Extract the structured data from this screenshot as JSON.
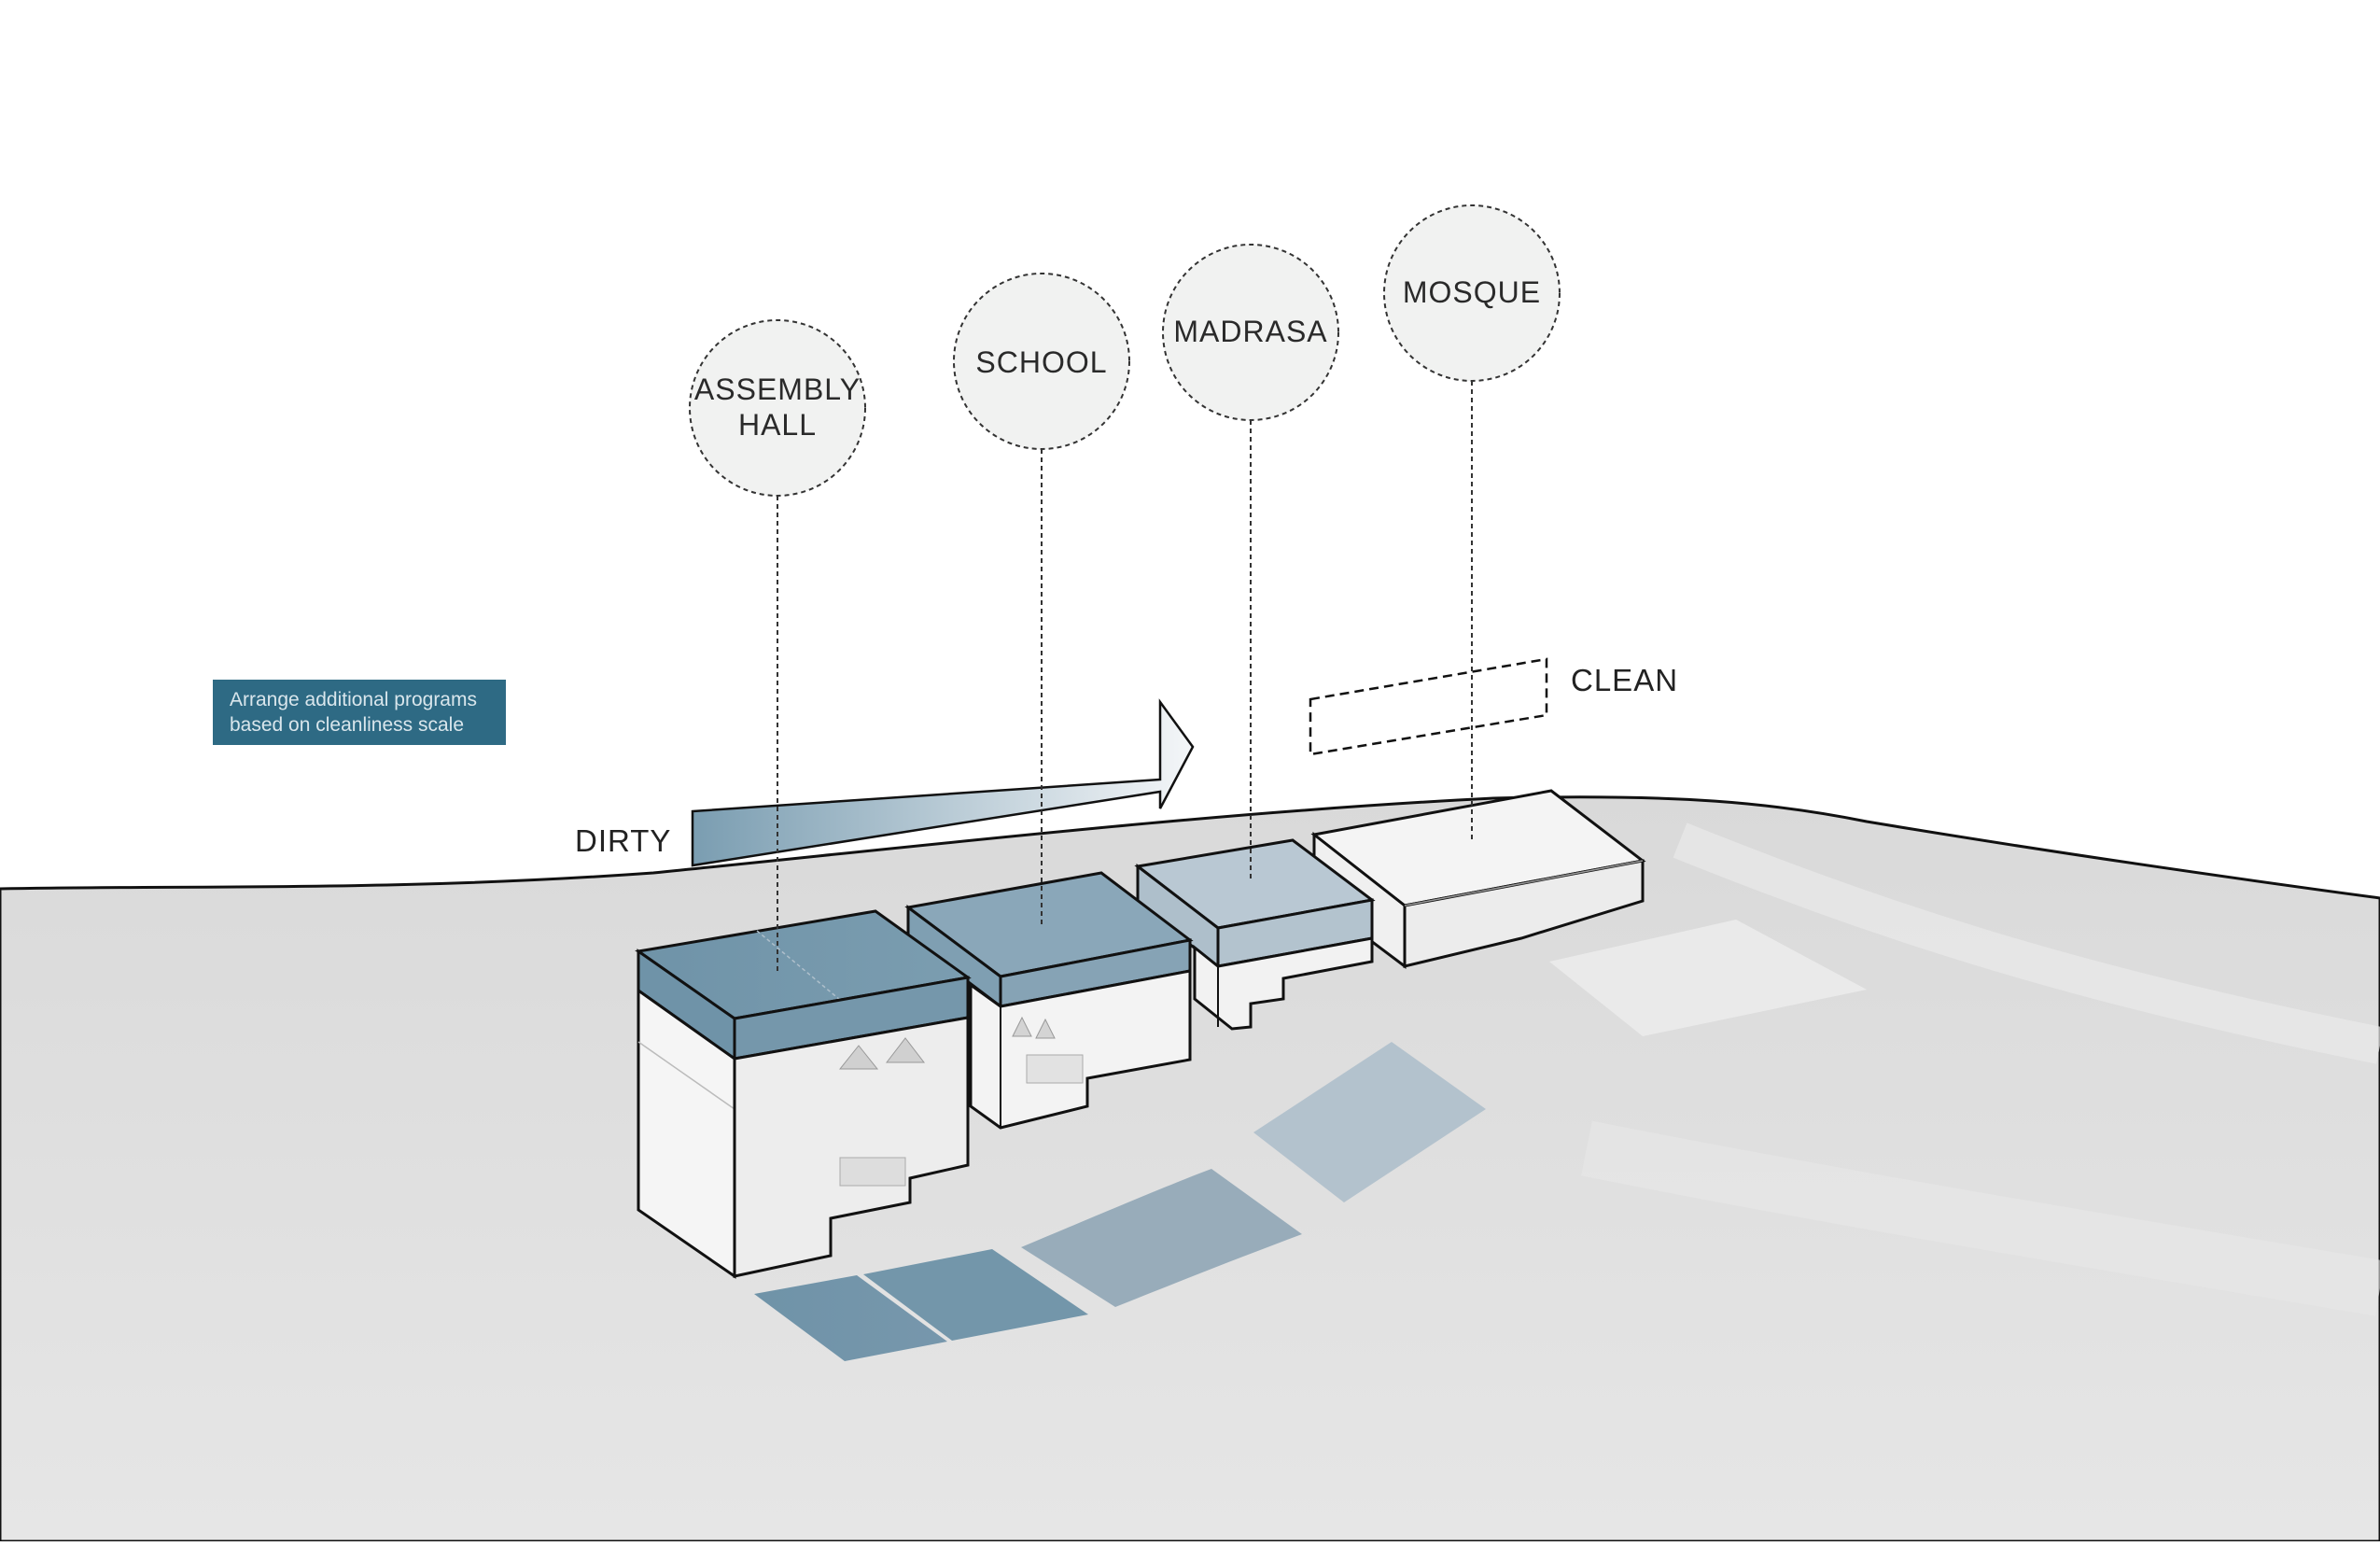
{
  "legend": {
    "line1": "Arrange additional programs",
    "line2": "based on cleanliness scale"
  },
  "scale": {
    "start_label": "DIRTY",
    "end_label": "CLEAN"
  },
  "programs": [
    {
      "id": "assembly-hall",
      "lines": [
        "ASSEMBLY",
        "HALL"
      ]
    },
    {
      "id": "school",
      "lines": [
        "SCHOOL"
      ]
    },
    {
      "id": "madrasa",
      "lines": [
        "MADRASA"
      ]
    },
    {
      "id": "mosque",
      "lines": [
        "MOSQUE"
      ]
    }
  ],
  "colors": {
    "legend_bg": "#2e6a84",
    "roof_dark": "#6f93a8",
    "roof_light": "#b9c8d3",
    "terrain": "#dedede",
    "outline": "#111111"
  }
}
